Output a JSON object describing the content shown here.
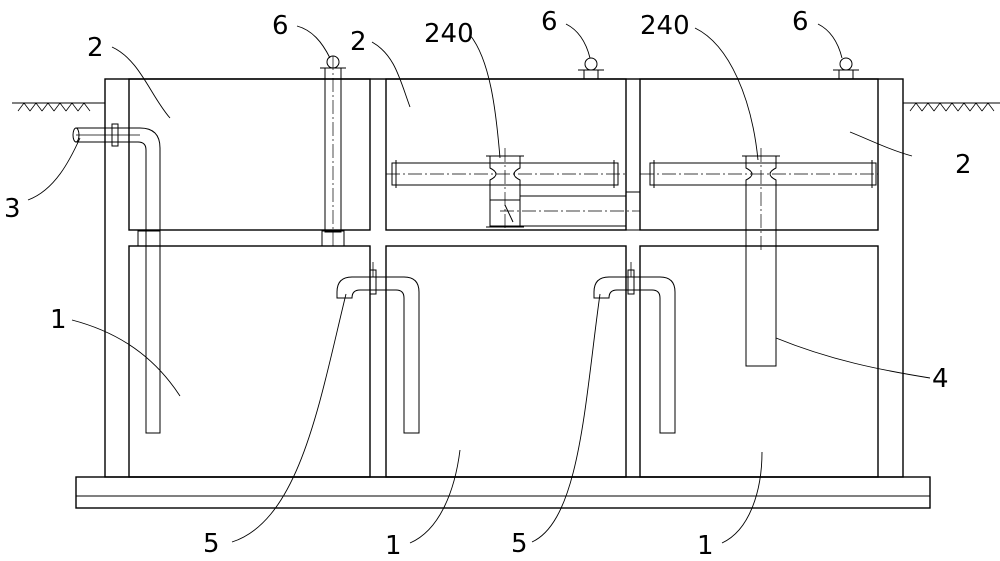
{
  "labels": {
    "pool": "1",
    "tank": "2",
    "inlet_pipe": "3",
    "outlet_pipe": "4",
    "transfer_pipe": "5",
    "vent": "6",
    "valve": "240"
  }
}
